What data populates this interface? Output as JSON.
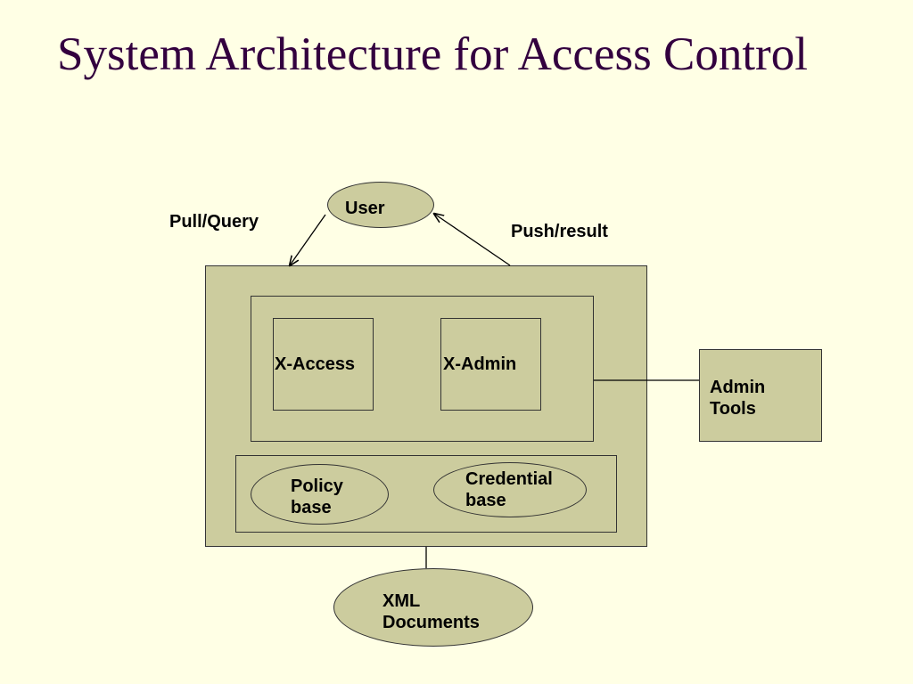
{
  "title": "System Architecture for Access Control",
  "diagram": {
    "user": "User",
    "pull_query": "Pull/Query",
    "push_result": "Push/result",
    "x_access": "X-Access",
    "x_admin": "X-Admin",
    "admin_tools": [
      "Admin",
      "Tools"
    ],
    "policy_base": [
      "Policy",
      "base"
    ],
    "credential_base": [
      "Credential",
      "base"
    ],
    "xml_documents": [
      "XML",
      "Documents"
    ]
  },
  "colors": {
    "background": "#FFFFE5",
    "shape_fill": "#CCCC9E",
    "title": "#33003F"
  }
}
